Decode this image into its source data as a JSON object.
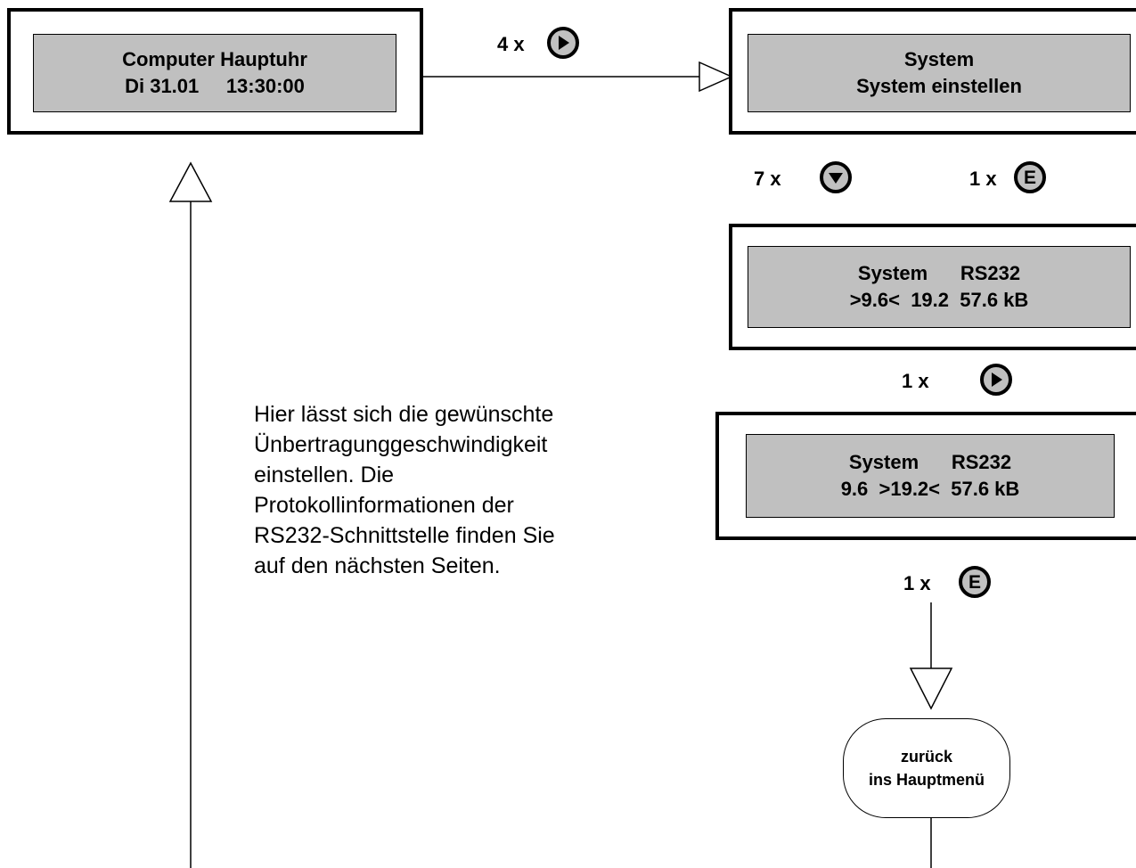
{
  "screens": [
    {
      "line1": "Computer Hauptuhr",
      "line2": "Di 31.01     13:30:00"
    },
    {
      "line1": "System",
      "line2": "System einstellen"
    },
    {
      "line1": "System      RS232",
      "line2": ">9.6<  19.2  57.6 kB"
    },
    {
      "line1": "System      RS232",
      "line2": "9.6  >19.2<  57.6 kB"
    }
  ],
  "steps": {
    "to_system": "4 x",
    "down_count": "7 x",
    "enter_count_1": "1 x",
    "right_count": "1 x",
    "enter_count_2": "1 x"
  },
  "buttons": {
    "enter_label": "E",
    "right_icon": "play-right-icon",
    "down_icon": "play-down-icon"
  },
  "description": [
    "Hier lässt sich die gewünschte",
    "Ünbertragunggeschwindigkeit",
    "einstellen. Die",
    "Protokollinformationen der",
    "RS232-Schnittstelle finden Sie",
    "auf den nächsten Seiten."
  ],
  "terminal": {
    "line1": "zurück",
    "line2": "ins Hauptmenü"
  },
  "colors": {
    "display_bg": "#c0c0c0",
    "line": "#000000"
  }
}
